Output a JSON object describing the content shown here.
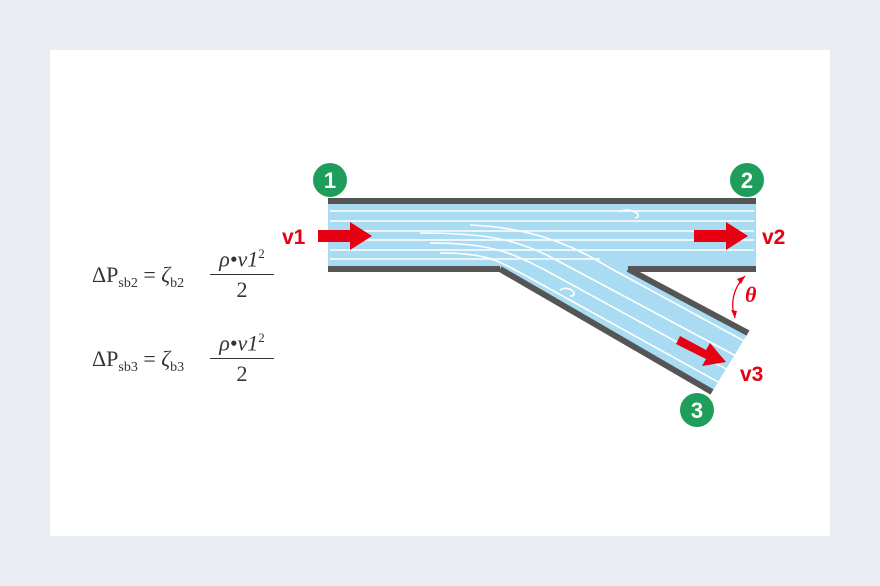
{
  "labels": {
    "node1": "1",
    "node2": "2",
    "node3": "3",
    "v1": "v1",
    "v2": "v2",
    "v3": "v3",
    "theta": "θ"
  },
  "formulas": [
    {
      "lhs_symbol": "ΔP",
      "lhs_sub": "sb2",
      "eq": "=",
      "coef": "ζ",
      "coef_sub": "b2",
      "num_main": "ρ•v1",
      "num_sup": "2",
      "den": "2"
    },
    {
      "lhs_symbol": "ΔP",
      "lhs_sub": "sb3",
      "eq": "=",
      "coef": "ζ",
      "coef_sub": "b3",
      "num_main": "ρ•v1",
      "num_sup": "2",
      "den": "2"
    }
  ],
  "colors": {
    "page_bg": "#e9ecf0",
    "panel_bg": "#ffffff",
    "pipe_wall": "#555555",
    "water": "#a9dcf2",
    "streamline": "#ffffff",
    "arrow": "#e60012",
    "node_badge": "#1e9e5a",
    "label_red": "#e60012"
  }
}
